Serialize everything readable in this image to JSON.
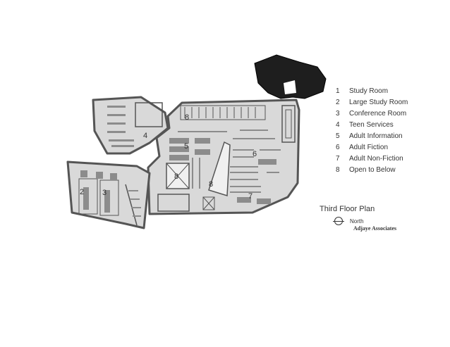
{
  "legend": [
    {
      "num": "1",
      "label": "Study Room"
    },
    {
      "num": "2",
      "label": "Large Study Room"
    },
    {
      "num": "3",
      "label": "Conference Room"
    },
    {
      "num": "4",
      "label": "Teen Services"
    },
    {
      "num": "5",
      "label": "Adult Information"
    },
    {
      "num": "6",
      "label": "Adult Fiction"
    },
    {
      "num": "7",
      "label": "Adult Non-Fiction"
    },
    {
      "num": "8",
      "label": "Open to Below"
    }
  ],
  "plan_title": "Third Floor Plan",
  "north_label": "North",
  "credit": "Adjaye Associates",
  "plan_labels": {
    "room_2": "2",
    "room_3": "3",
    "room_4": "4",
    "room_5": "5",
    "room_6": "6",
    "room_7": "7",
    "room_8_atrium": "8",
    "room_8_slot": "8",
    "room_8_upper": "8"
  },
  "colors": {
    "floor": "#d9d9d9",
    "walls": "#555555",
    "roof": "#1e1e1e",
    "furniture": "#8c8c8c"
  }
}
